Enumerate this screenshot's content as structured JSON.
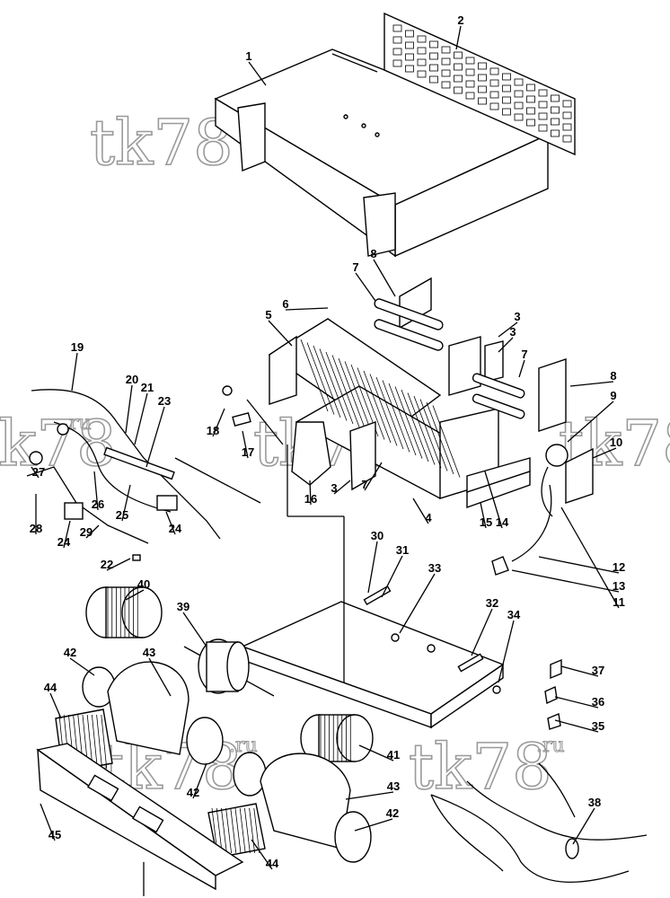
{
  "diagram": {
    "callouts": [
      "1",
      "2",
      "3",
      "3",
      "3",
      "4",
      "5",
      "6",
      "7",
      "7",
      "7",
      "8",
      "8",
      "9",
      "10",
      "11",
      "12",
      "13",
      "14",
      "15",
      "16",
      "17",
      "18",
      "19",
      "20",
      "21",
      "22",
      "23",
      "24",
      "24",
      "25",
      "26",
      "27",
      "28",
      "29",
      "30",
      "31",
      "32",
      "33",
      "34",
      "35",
      "36",
      "37",
      "38",
      "39",
      "40",
      "41",
      "42",
      "42",
      "42",
      "43",
      "43",
      "44",
      "44",
      "45"
    ]
  },
  "watermark": {
    "text": "tk78",
    "suffix": ".ru"
  }
}
